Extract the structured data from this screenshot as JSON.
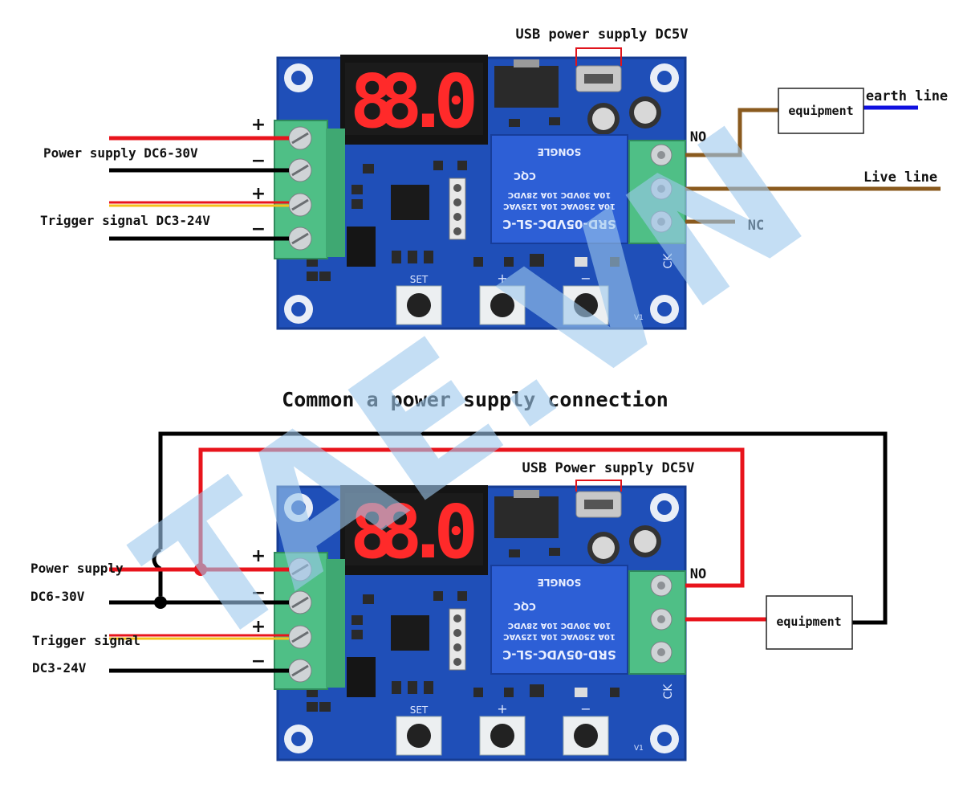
{
  "top_diagram": {
    "usb_label": "USB power supply DC5V",
    "display_digits": "88.0",
    "power_label": "Power supply DC6-30V",
    "trigger_label": "Trigger signal DC3-24V",
    "plus_symbol": "+",
    "minus_symbol": "−",
    "no_label": "NO",
    "nc_label": "NC",
    "equipment_label": "equipment",
    "earth_label": "earth line",
    "live_label": "Live line",
    "button_set": "SET",
    "button_plus": "+",
    "button_minus": "−",
    "relay_model": "SRD-05VDC-SL-C",
    "relay_brand": "SONGLE",
    "relay_rating_1": "10A 250VAC  10A 125VAC",
    "relay_rating_2": "10A 30VDC   10A 28VDC",
    "relay_ce": "CQC",
    "ck_label": "CK",
    "v1_label": "V1"
  },
  "section_title": "Common a power supply connection",
  "bottom_diagram": {
    "usb_label": "USB Power supply DC5V",
    "display_digits": "88.0",
    "power_label_1": "Power supply",
    "power_label_2": "DC6-30V",
    "trigger_label_1": "Trigger signal",
    "trigger_label_2": "DC3-24V",
    "plus_symbol": "+",
    "minus_symbol": "−",
    "no_label": "NO",
    "equipment_label": "equipment",
    "button_set": "SET",
    "button_plus": "+",
    "button_minus": "−",
    "relay_model": "SRD-05VDC-SL-C",
    "relay_brand": "SONGLE",
    "relay_rating_1": "10A 250VAC  10A 125VAC",
    "relay_rating_2": "10A 30VDC   10A 28VDC",
    "relay_ce": "CQC",
    "ck_label": "CK",
    "v1_label": "V1"
  },
  "watermark": {
    "text": "TAE.VN"
  },
  "colors": {
    "pcb": "#1f4fb8",
    "pcb_dark": "#163c93",
    "terminal": "#4fbf86",
    "relay": "#2d5fd6",
    "red_wire": "#e8141c",
    "black_wire": "#000000",
    "brown_wire": "#8a5a1e",
    "blue_wire": "#1010e0",
    "segment": "#ff2a2a"
  }
}
